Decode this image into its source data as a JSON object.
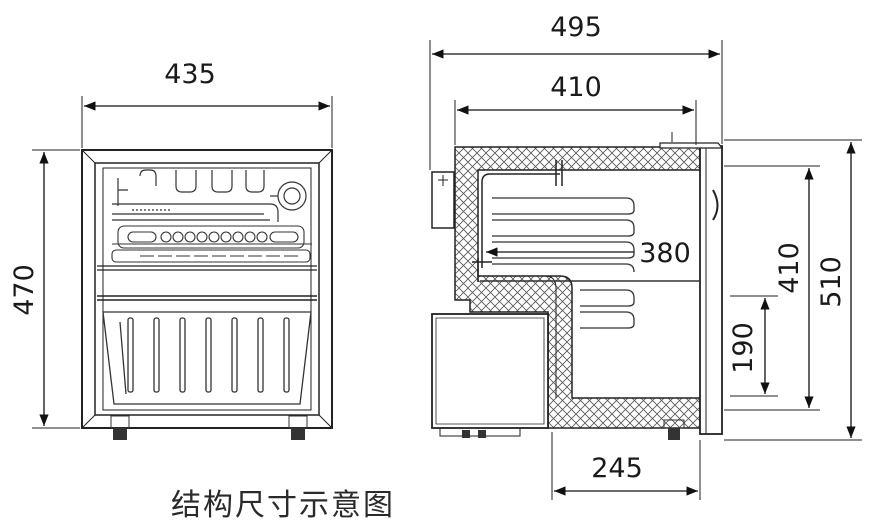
{
  "caption": "结构尺寸示意图",
  "front_view": {
    "width_label": "435",
    "height_label": "470"
  },
  "side_view": {
    "depth_total_label": "495",
    "depth_body_label": "410",
    "internal_depth_label": "380",
    "door_height_label": "410",
    "total_height_label": "510",
    "lower_height_label": "190",
    "lower_depth_label": "245"
  }
}
